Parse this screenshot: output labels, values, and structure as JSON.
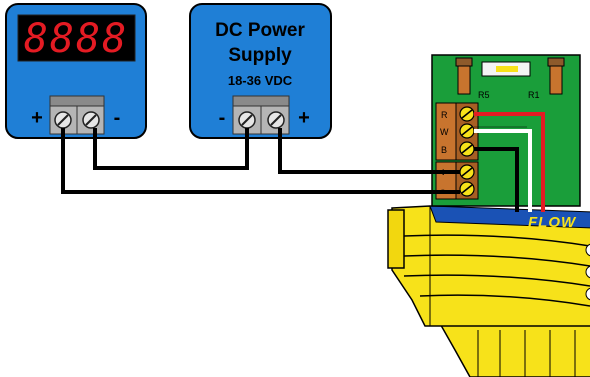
{
  "meter": {
    "display": "8888",
    "plus": "+",
    "minus": "-"
  },
  "power_supply": {
    "title_line1": "DC Power",
    "title_line2": "Supply",
    "voltage": "18-36 VDC",
    "minus": "-",
    "plus": "+"
  },
  "sensor_board": {
    "r5": "R5",
    "r1": "R1",
    "term_r": "R",
    "term_w": "W",
    "term_b": "B",
    "term_plus": "+",
    "term_minus": "-"
  },
  "flow_sensor": {
    "brand": "FLOW"
  },
  "colors": {
    "panel_blue": "#1f7fd6",
    "display_red": "#e41b23",
    "board_green": "#1a9e3a",
    "terminal_orange": "#c8742e",
    "sensor_yellow": "#f7e21a",
    "wire_red": "#e41b23",
    "wire_white": "#ffffff",
    "wire_black": "#000000"
  }
}
